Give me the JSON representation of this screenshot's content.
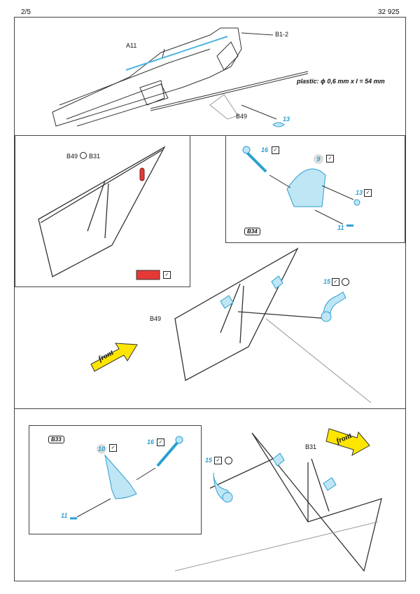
{
  "header": {
    "page": "2/5",
    "code": "32 925"
  },
  "panel_top": {
    "label_a11": "A11",
    "label_b12": "B1-2",
    "label_b49": "B49",
    "plastic_note": "plastic: ϕ 0,6 mm x l = 54 mm",
    "part_13": "13"
  },
  "panel_b49_b31": {
    "title_b49": "B49",
    "title_b31": "B31"
  },
  "panel_b34": {
    "tag": "B34",
    "p16": "16",
    "p9": "9",
    "p13": "13",
    "p11": "11"
  },
  "panel_middle": {
    "label_b49": "B49",
    "p15": "15",
    "front": "front"
  },
  "panel_b33": {
    "tag": "B33",
    "p10": "10",
    "p16": "16",
    "p11": "11"
  },
  "panel_bottom": {
    "label_b31": "B31",
    "p15": "15",
    "front": "front"
  },
  "colors": {
    "part_blue": "#5ec3e8",
    "red": "#e53935",
    "yellow": "#ffe600"
  }
}
